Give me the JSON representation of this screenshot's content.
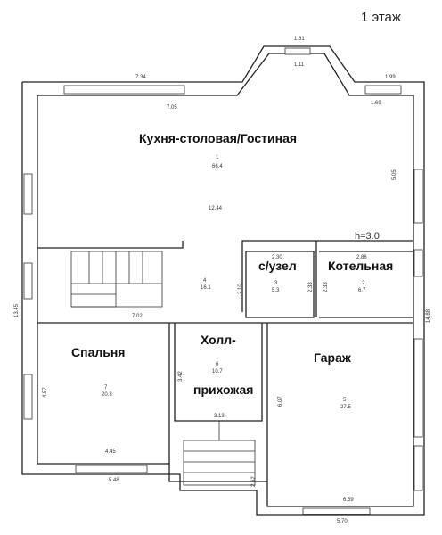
{
  "floor_title": "1 этаж",
  "ceiling_height": "h=3.0",
  "rooms": {
    "kitchen": {
      "name": "Кухня-столовая/Гостиная",
      "num": "1",
      "area": "66.4"
    },
    "boiler": {
      "name": "Котельная",
      "num": "2",
      "area": "6.7"
    },
    "wc": {
      "name": "с/узел",
      "num": "3",
      "area": "5.3"
    },
    "stair_hall": {
      "num": "4",
      "area": "16.1"
    },
    "garage": {
      "name": "Гараж",
      "num": "5",
      "area": "27.5"
    },
    "hall": {
      "name_1": "Холл-",
      "name_2": "прихожая",
      "num": "6",
      "area": "10.7"
    },
    "bedroom": {
      "name": "Спальня",
      "num": "7",
      "area": "20.3"
    }
  },
  "dims": {
    "bay_outer": "1.81",
    "bay_inner": "1.11",
    "left_window": "7.34",
    "left_inner": "7.05",
    "right_top": "1.99",
    "right_inner": "1.69",
    "kitchen_width": "12.44",
    "kitchen_right": "5.05",
    "wc_top": "2.30",
    "wc_left": "2.10",
    "wc_right": "2.33",
    "boiler_top": "2.86",
    "boiler_left": "2.33",
    "stair_bottom": "7.02",
    "left_total": "13.45",
    "right_total": "14.88",
    "bedroom_height": "4.57",
    "bedroom_width": "4.45",
    "bedroom_outer": "5.48",
    "hall_height": "3.42",
    "hall_bottom": "3.13",
    "garage_height": "6.07",
    "garage_width": "6.59",
    "garage_outer": "5.70",
    "porch": "2.62"
  }
}
